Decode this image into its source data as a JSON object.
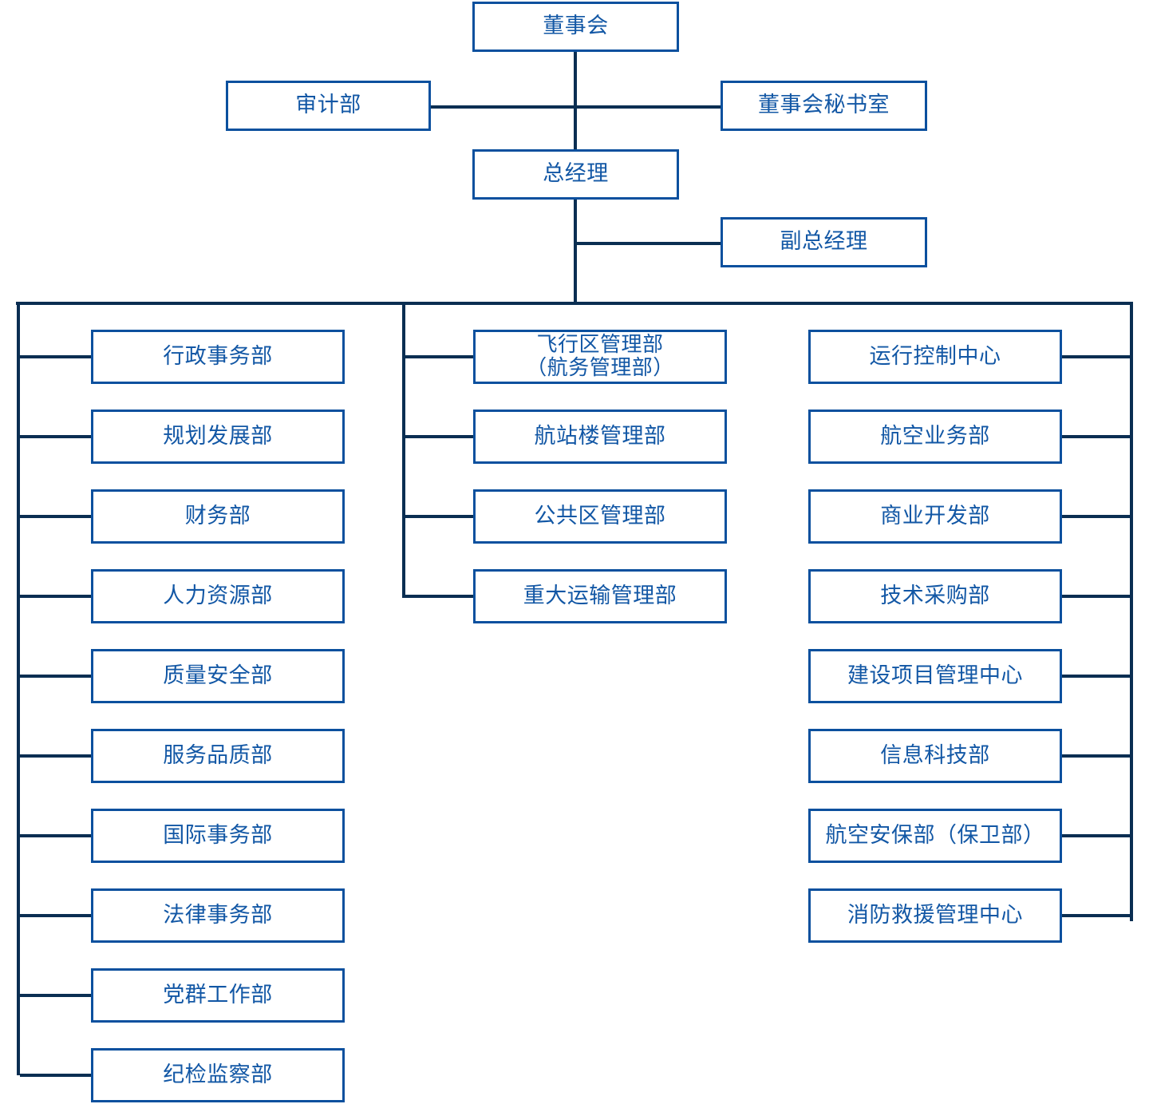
{
  "colors": {
    "box_border": "#0B509E",
    "text": "#1257A5",
    "connector": "#0A2E52",
    "background": "#FFFFFF"
  },
  "chart_title": "",
  "top": {
    "board": "董事会",
    "audit": "审计部",
    "board_secretary": "董事会秘书室",
    "general_manager": "总经理",
    "deputy_general_manager": "副总经理"
  },
  "columns": {
    "left": {
      "name": "administrative-support-departments",
      "items": [
        "行政事务部",
        "规划发展部",
        "财务部",
        "人力资源部",
        "质量安全部",
        "服务品质部",
        "国际事务部",
        "法律事务部",
        "党群工作部",
        "纪检监察部"
      ]
    },
    "middle": {
      "name": "operations-area-departments",
      "items": [
        "飞行区管理部\n（航务管理部）",
        "航站楼管理部",
        "公共区管理部",
        "重大运输管理部"
      ]
    },
    "right": {
      "name": "business-technical-departments",
      "items": [
        "运行控制中心",
        "航空业务部",
        "商业开发部",
        "技术采购部",
        "建设项目管理中心",
        "信息科技部",
        "航空安保部（保卫部）",
        "消防救援管理中心"
      ]
    }
  }
}
